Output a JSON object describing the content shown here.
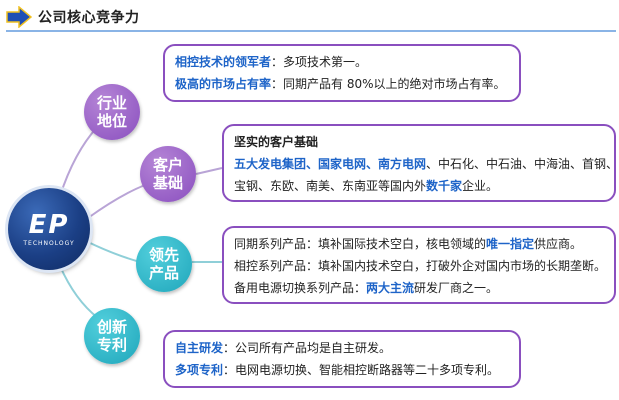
{
  "header": {
    "title": "公司核心竞争力"
  },
  "hub": {
    "logo": "EP",
    "subtitle": "TECHNOLOGY"
  },
  "nodes": [
    {
      "line1": "行业",
      "line2": "地位"
    },
    {
      "line1": "客户",
      "line2": "基础"
    },
    {
      "line1": "领先",
      "line2": "产品"
    },
    {
      "line1": "创新",
      "line2": "专利"
    }
  ],
  "boxes": {
    "industry": {
      "row1_key": "相控技术的领军者",
      "row1_sep": "：",
      "row1_text": "多项技术第一。",
      "row2_key": "极高的市场占有率",
      "row2_sep": "：",
      "row2_text": "同期产品有 80%以上的绝对市场占有率。"
    },
    "customers": {
      "title": "坚实的客户基础",
      "row2_blue": "五大发电集团、国家电网、南方电网",
      "row2_text": "、中石化、中石油、中海油、首钢、",
      "row3_text1": "宝钢、东欧、南美、东南亚等国内外",
      "row3_blue": "数千家",
      "row3_text2": "企业。"
    },
    "products": {
      "row1_text1": "同期系列产品：填补国际技术空白，核电领域的",
      "row1_blue": "唯一指定",
      "row1_text2": "供应商。",
      "row2_text": "相控系列产品：填补国内技术空白，打破外企对国内市场的长期垄断。",
      "row3_text1": "备用电源切换系列产品：",
      "row3_blue": "两大主流",
      "row3_text2": "研发厂商之一。"
    },
    "patents": {
      "row1_key": "自主研发",
      "row1_text": "：公司所有产品均是自主研发。",
      "row2_key": "多项专利",
      "row2_text": "：电网电源切换、智能相控断路器等二十多项专利。"
    }
  }
}
